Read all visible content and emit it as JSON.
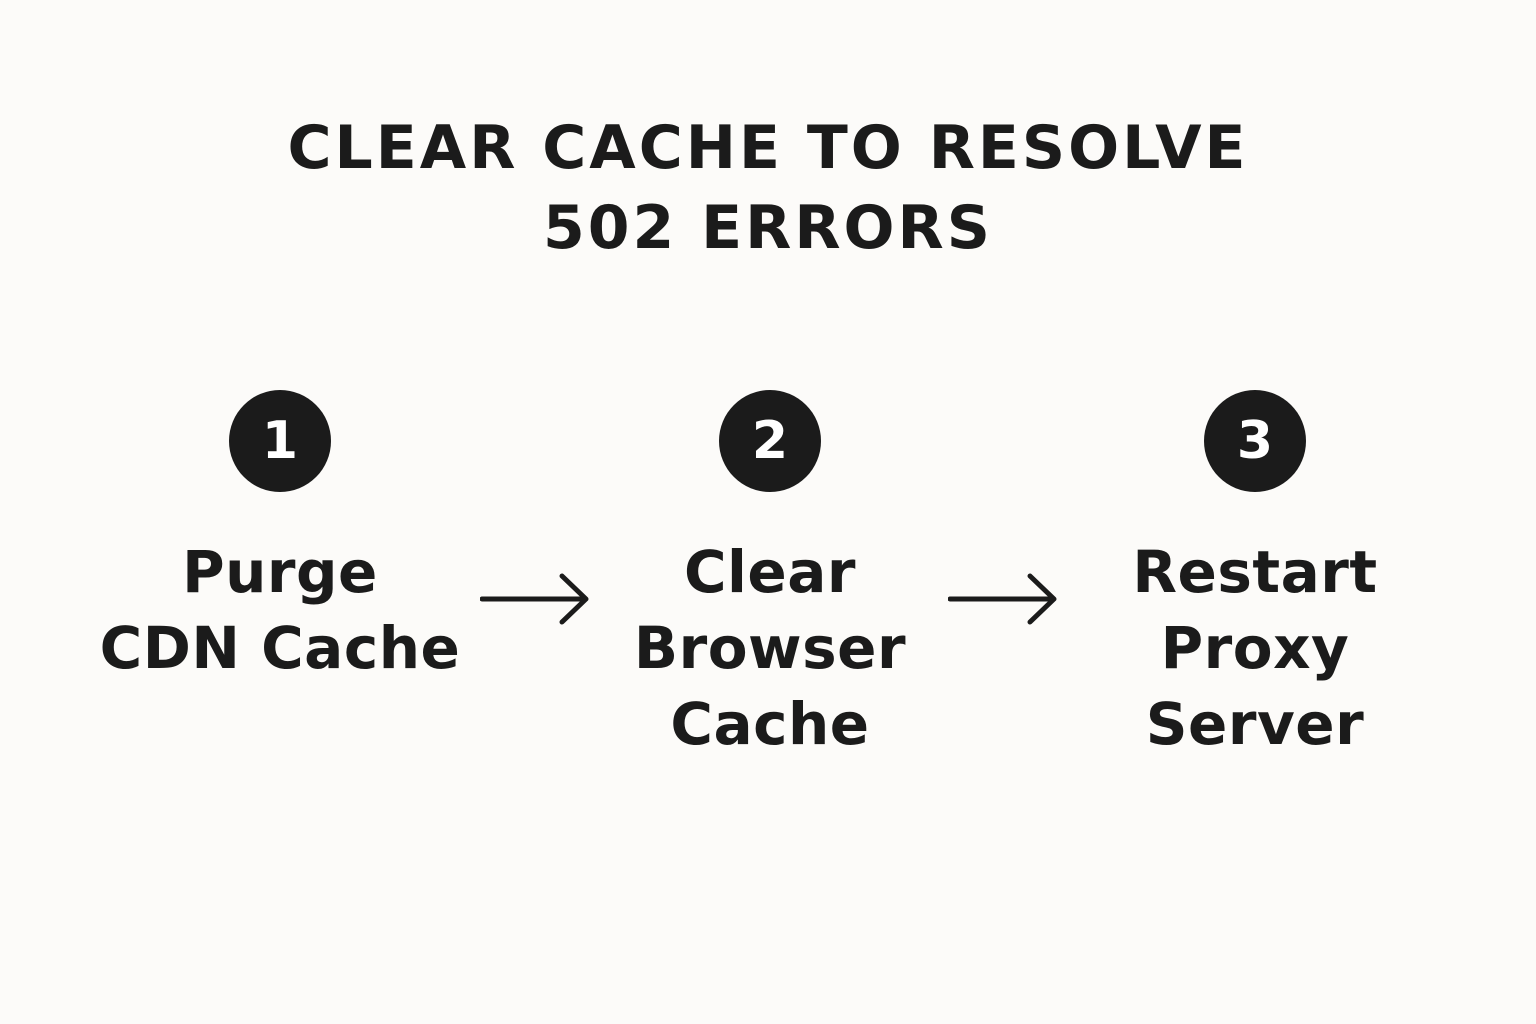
{
  "title": {
    "line1": "CLEAR CACHE TO RESOLVE",
    "line2": "502 ERRORS"
  },
  "steps": [
    {
      "number": "1",
      "lines": [
        "Purge",
        "CDN Cache"
      ]
    },
    {
      "number": "2",
      "lines": [
        "Clear",
        "Browser",
        "Cache"
      ]
    },
    {
      "number": "3",
      "lines": [
        "Restart",
        "Proxy",
        "Server"
      ]
    }
  ],
  "arrows": [
    "arrow-right-icon",
    "arrow-right-icon"
  ],
  "colors": {
    "background": "#fcfbf9",
    "ink": "#1b1b1b",
    "badge_text": "#ffffff"
  }
}
